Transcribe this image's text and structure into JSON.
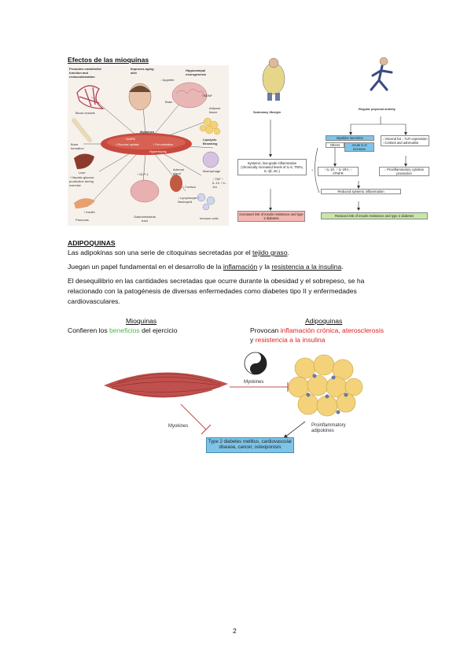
{
  "section1": {
    "title": "Efectos de las mioquinas"
  },
  "fig_myokines": {
    "labels": {
      "endothelial": "Promotes endothelial function and revascularization",
      "blood_vessels": "Blood vessels",
      "aging": "Improves aging skin",
      "appetite": "↓ Appetite",
      "hippocampal": "Hippocampal neurogenesis",
      "bdnf": "↑ BDNF",
      "brain": "Brain",
      "adipose": "Adipose tissue",
      "lipolysis": "Lipolysis Browning",
      "myokines": "Myokines",
      "ampk": "↑ AMPK",
      "glucose": "↑ Glucose uptake",
      "fat_ox": "↑ Fat oxidation",
      "hypertrophy": "Hypertrophy",
      "bone": "Bone formation",
      "liver": "Liver",
      "glp1": "↑ GLP-1",
      "hepatic": "↑ Hepatic glucose production during exercise",
      "adrenal": "Adrenal gland",
      "cortisol": "↑ Cortisol",
      "macrophage": "Macrophage",
      "tnf": "↓ TNF ↑ IL-10 ↑ IL-1ra",
      "insulin": "↑ Insulin",
      "pancreas": "Pancreas",
      "gi": "Gastrointestinal tract",
      "lymph": "↓ Lymphocyte ↑ Neutrophil",
      "immune": "Immune cells"
    }
  },
  "fig_flow": {
    "sedentary": "Sedentary lifestyle",
    "regular": "Regular physical activity",
    "myokine_secretion": "Myokine secretion",
    "others": "Others",
    "acute_il6": "Acute IL-6 increase",
    "visceral": "↓ Visceral fat ↓ TLR expression ↑ Cortisol and adrenaline",
    "il10": "↑ IL-10, ↑ IL-1RA, ↑ sTNFR",
    "proinflammatory_cyto": "↓ Proinflammatory cytokine production",
    "reduced_systemic": "Reduced systemic inflammation",
    "reduced_risk": "Reduced risk of insulin resistance and type 2 diabetes",
    "systemic_low": "Systemic, low-grade inflammation (chronically increased levels of IL-6, TNFα, IL-1β, etc.)",
    "increased_risk": "Increased risk of insulin resistance and type 2 diabetes",
    "question": "?"
  },
  "section2": {
    "heading": "ADIPOQUINAS",
    "p1_a": "Las adipokinas son una serie de citoquinas secretadas por el ",
    "p1_link": "tejido graso",
    "p1_b": ".",
    "p2_a": "Juegan un papel fundamental en el desarrollo de la ",
    "p2_link1": "inflamación",
    "p2_mid": " y la ",
    "p2_link2": "resistencia a la insulina",
    "p2_b": ".",
    "p3_line1": "El desequilibrio en las cantidades secretadas que ocurre durante la obesidad y el sobrepeso, se ha",
    "p3_line2": "relacionado con la patogénesis de diversas enfermedades como diabetes tipo II y enfermedades",
    "p3_line3": "cardiovasculares."
  },
  "compare": {
    "left_heading": "Mioquinas",
    "left_a": "Confieren los ",
    "left_green": "beneficios",
    "left_b": " del ejercicio",
    "right_heading": "Adipoquinas",
    "right_a": "Provocan ",
    "right_red1": "inflamación crónica, aterosclerosis",
    "right_line2_a": "y ",
    "right_red2": "resistencia a la insulina"
  },
  "fig_balance": {
    "myokines_top": "Myokines",
    "myokines_left": "Myokines",
    "proinflammatory": "Proinflammatory adipokines",
    "disease_box": "Type 2 diabetes mellitus, cardiovascular disease, cancer, osteoporosis"
  },
  "page_number": "2",
  "colors": {
    "green": "#4cb84c",
    "red": "#e02020",
    "box_blue": "#7ec4e8",
    "muscle": "#c0504d",
    "fat": "#f3d27a"
  }
}
